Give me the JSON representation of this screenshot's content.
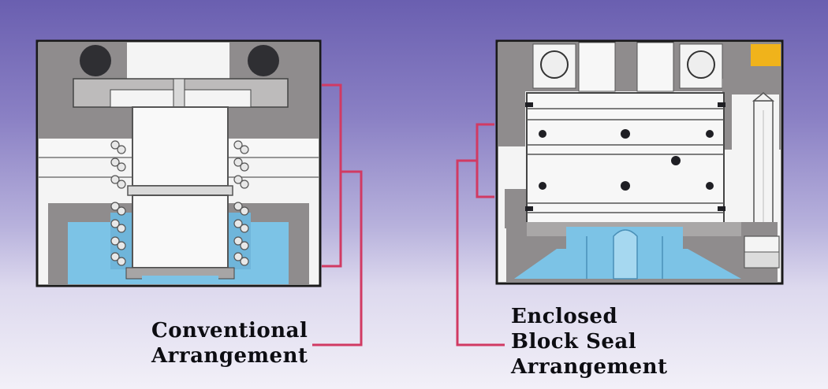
{
  "labels": {
    "conventional": {
      "line1": "Conventional",
      "line2": "Arrangement"
    },
    "enclosed": {
      "line1": "Enclosed",
      "line2": "Block Seal",
      "line3": "Arrangement"
    }
  },
  "colors": {
    "background_top": "#6a5fb0",
    "background_bottom": "#f2f0f8",
    "housing_gray": "#8f8c8d",
    "part_white": "#f4f4f4",
    "fluid_blue": "#7cc3e6",
    "leader_line": "#d13a63",
    "text": "#0d0d12"
  },
  "icons": {
    "left_panel": "conventional-seal-cross-section",
    "right_panel": "enclosed-block-seal-cross-section"
  }
}
